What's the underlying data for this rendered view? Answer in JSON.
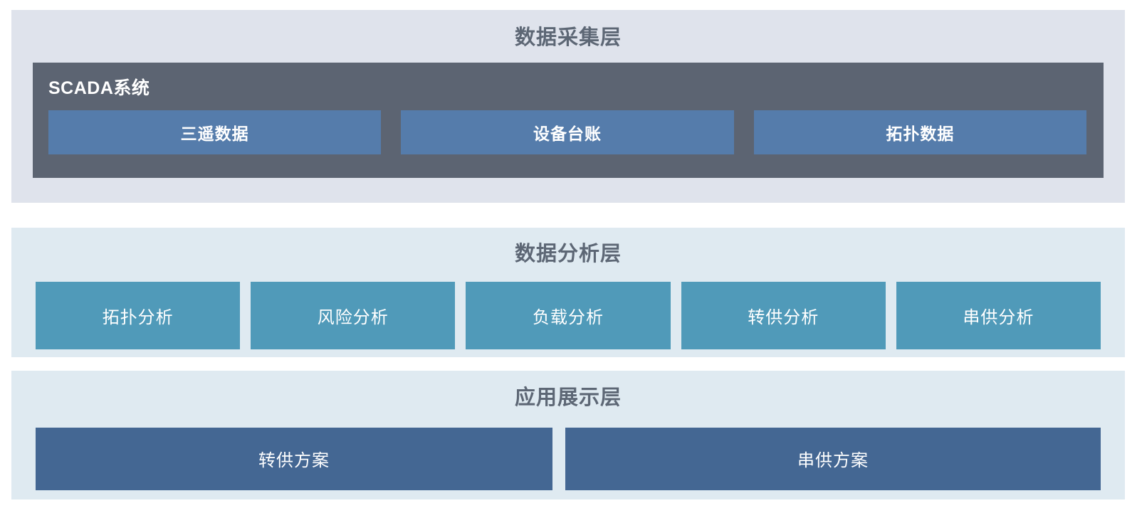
{
  "diagram": {
    "type": "layered-architecture",
    "layers": [
      {
        "key": "collection",
        "title": "数据采集层",
        "panel": {
          "title": "SCADA系统",
          "boxes": [
            {
              "label": "三遥数据"
            },
            {
              "label": "设备台账"
            },
            {
              "label": "拓扑数据"
            }
          ]
        }
      },
      {
        "key": "analysis",
        "title": "数据分析层",
        "boxes": [
          {
            "label": "拓扑分析"
          },
          {
            "label": "风险分析"
          },
          {
            "label": "负载分析"
          },
          {
            "label": "转供分析"
          },
          {
            "label": "串供分析"
          }
        ]
      },
      {
        "key": "application",
        "title": "应用展示层",
        "boxes": [
          {
            "label": "转供方案"
          },
          {
            "label": "串供方案"
          }
        ]
      }
    ],
    "colors": {
      "collection_background": "#dfe3ec",
      "analysis_background": "#dfeaf1",
      "application_background": "#dfeaf1",
      "scada_panel": "#5c6472",
      "scada_box": "#557cab",
      "analysis_box": "#509ab9",
      "application_box": "#446793",
      "title_text": "#5d6775",
      "box_text": "#ffffff"
    }
  }
}
